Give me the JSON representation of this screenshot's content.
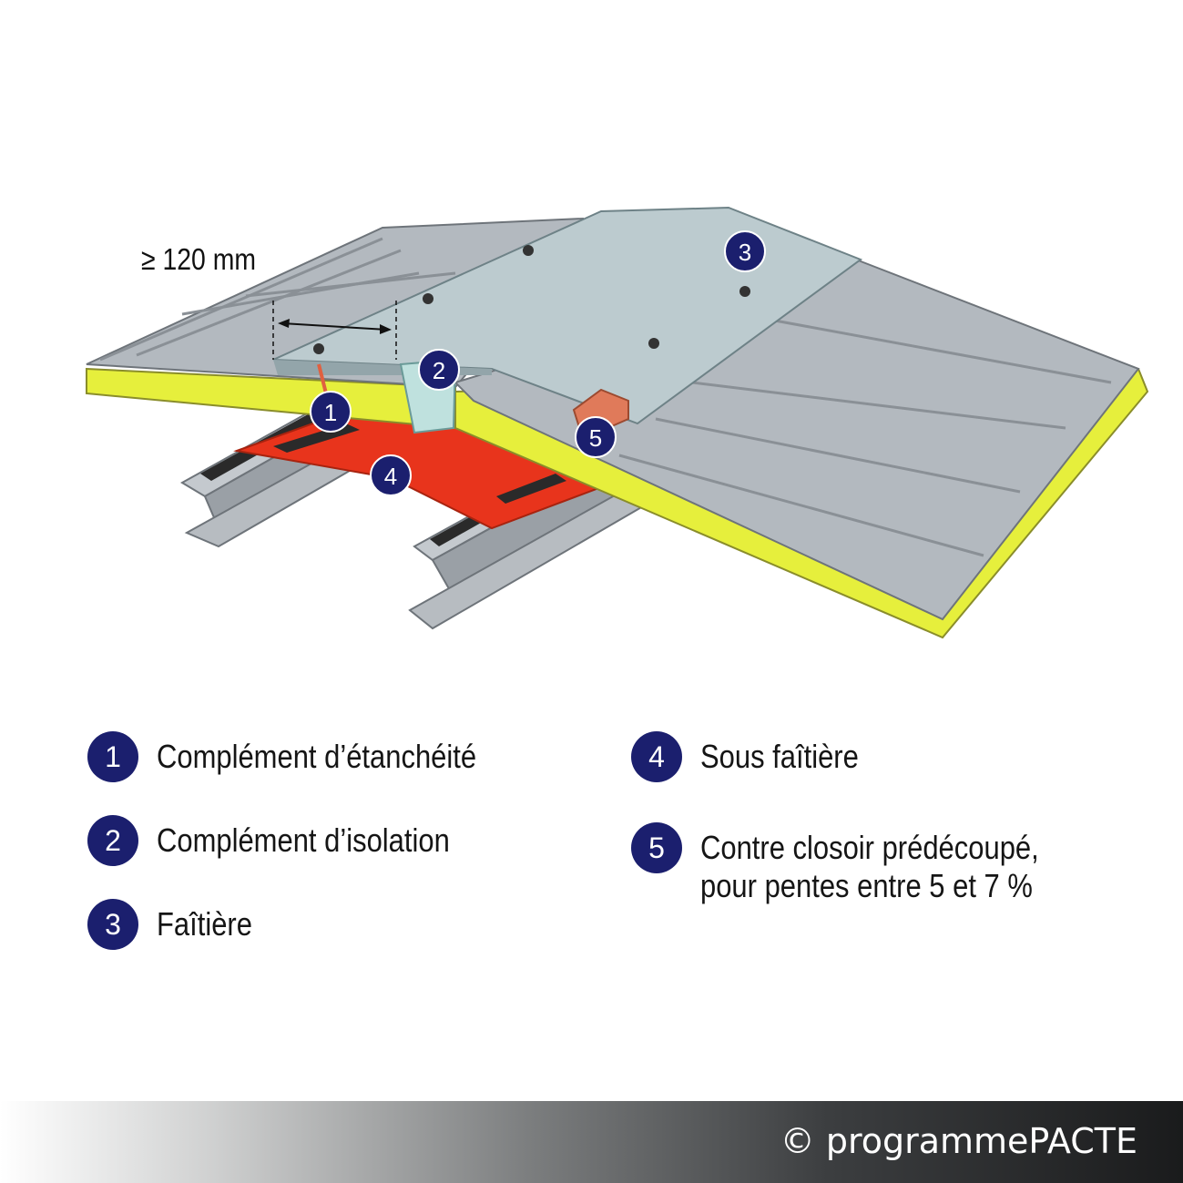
{
  "dimension_label": "≥ 120 mm",
  "callout_numbers": [
    "1",
    "2",
    "3",
    "4",
    "5"
  ],
  "legend": [
    {
      "number": "1",
      "text": "Complément d’étanchéité"
    },
    {
      "number": "2",
      "text": "Complément d’isolation"
    },
    {
      "number": "3",
      "text": "Faîtière"
    },
    {
      "number": "4",
      "text": "Sous faîtière"
    },
    {
      "number": "5",
      "line1": "Contre closoir prédécoupé,",
      "line2": "pour pentes entre 5 et 7 %"
    }
  ],
  "footer": {
    "copyright": "© programmePACTE"
  },
  "colors": {
    "badge": "#1b1f6e",
    "insulation": "#e6ef3c",
    "sub_ridge": "#e8341c",
    "ridge_cap": "#b9c8cc",
    "steel": "#a9aeb4"
  }
}
